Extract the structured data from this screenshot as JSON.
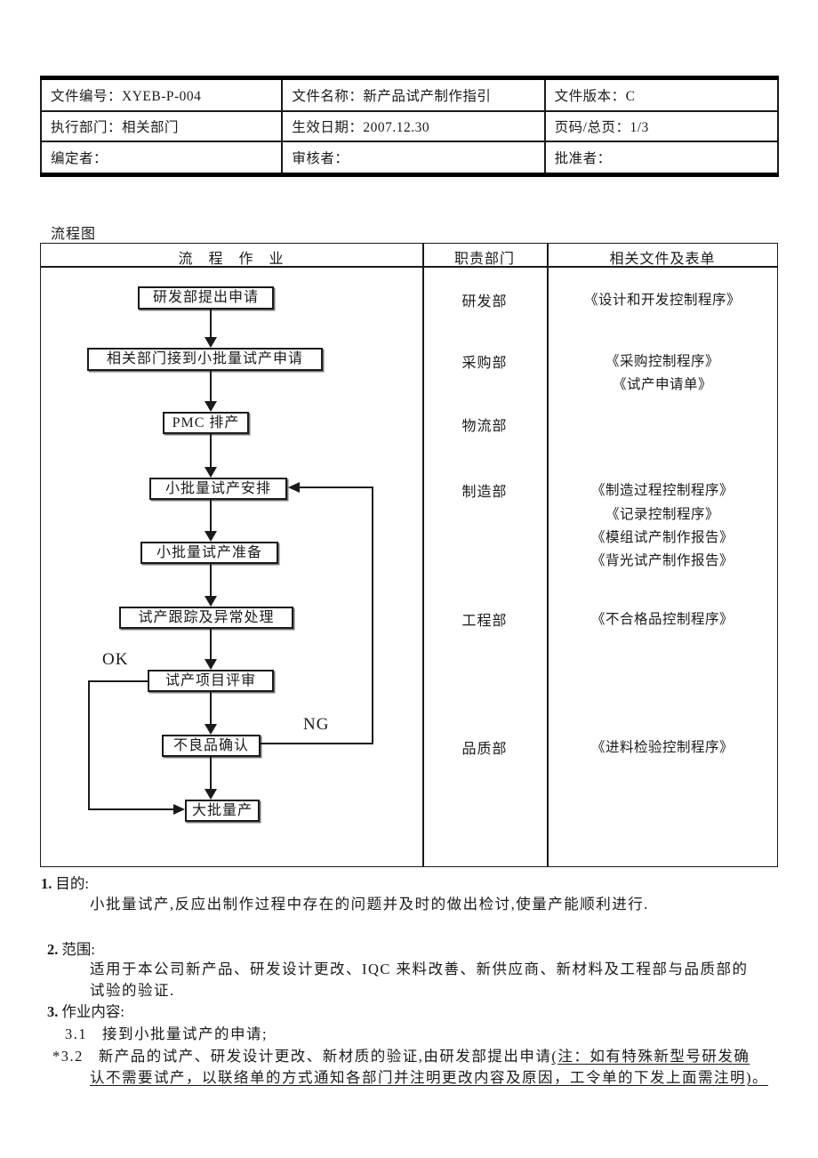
{
  "document": {
    "header_table": {
      "rows": [
        [
          "文件编号：XYEB-P-004",
          "文件名称：新产品试产制作指引",
          "文件版本：C"
        ],
        [
          "执行部门：相关部门",
          "生效日期：2007.12.30",
          "页码/总页：1/3"
        ],
        [
          "编定者：",
          "审核者：",
          "批准者："
        ]
      ]
    },
    "flowchart": {
      "section_label": "流程图",
      "column_headers": [
        "流　程　作　业",
        "职责部门",
        "相关文件及表单"
      ],
      "steps": [
        "研发部提出申请",
        "相关部门接到小批量试产申请",
        "PMC 排产",
        "小批量试产安排",
        "小批量试产准备",
        "试产跟踪及异常处理",
        "试产项目评审",
        "不良品确认",
        "大批量产"
      ],
      "branch_labels": {
        "ok": "OK",
        "ng": "NG"
      },
      "departments": [
        "研发部",
        "采购部",
        "物流部",
        "制造部",
        "工程部",
        "品质部"
      ],
      "documents": [
        "《设计和开发控制程序》",
        "《采购控制程序》",
        "《试产申请单》",
        "《制造过程控制程序》",
        "《记录控制程序》",
        "《模组试产制作报告》",
        "《背光试产制作报告》",
        "《不合格品控制程序》",
        "《进料检验控制程序》"
      ]
    },
    "sections": {
      "s1_num": "1.",
      "s1_title": "目的:",
      "s1_body": "小批量试产,反应出制作过程中存在的问题并及时的做出检讨,使量产能顺利进行.",
      "s2_num": "2.",
      "s2_title": "范围:",
      "s2_body_line1": "适用于本公司新产品、研发设计更改、IQC 来料改善、新供应商、新材料及工程部与品质部的",
      "s2_body_line2": "试验的验证.",
      "s3_num": "3.",
      "s3_title": "作业内容:",
      "item_31_num": "3.1",
      "item_31_text": "接到小批量试产的申请;",
      "item_32_num": "*3.2",
      "item_32_text": "新产品的试产、研发设计更改、新材质的验证,由研发部提出申请",
      "item_32_underline_part1": "(注：如有特殊新型号研发确",
      "item_32_underline_part2": "认不需要试产，以联络单的方式通知各部门并注明更改内容及原因，工令单的下发上面需注明)。"
    },
    "colors": {
      "ink": "#1a1a1a",
      "paper": "#ffffff"
    }
  }
}
